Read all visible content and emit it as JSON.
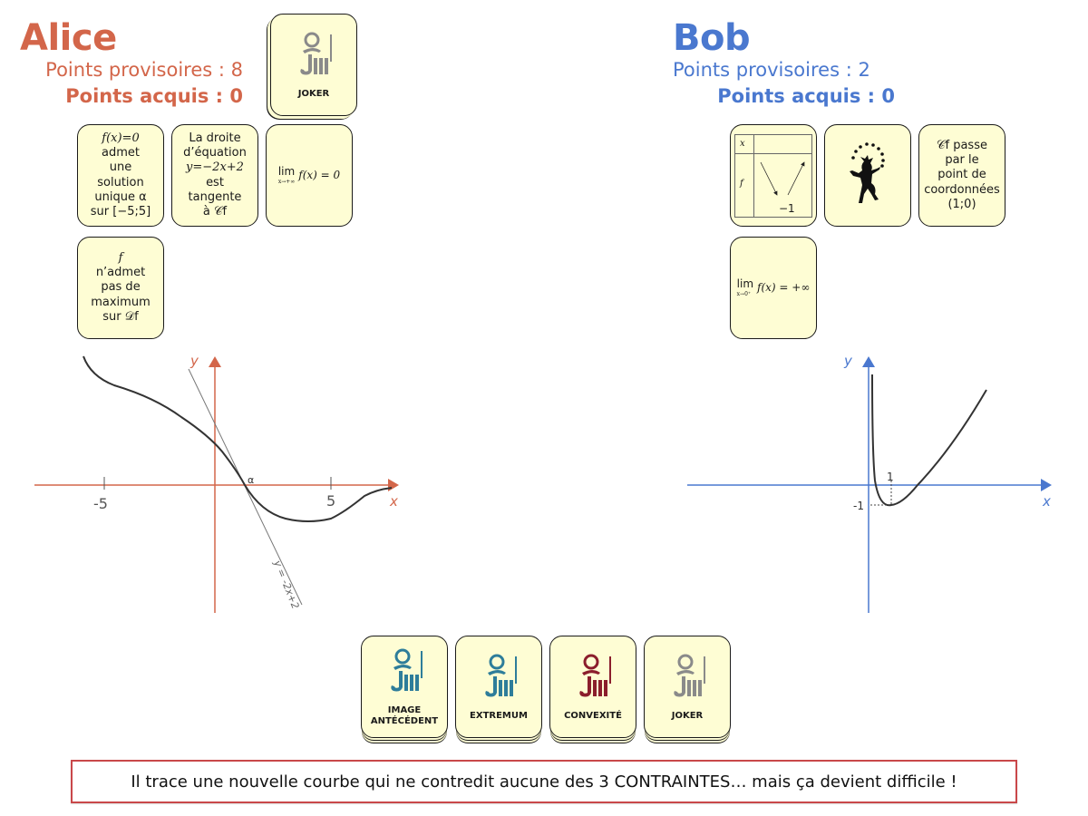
{
  "players": {
    "alice": {
      "name": "Alice",
      "provisional_label": "Points provisoires : 8",
      "acquired_label": "Points acquis : 0",
      "color": "#d3664a",
      "deck_card": "JOKER",
      "cards": [
        {
          "lines": [
            "f(x)=0",
            "admet",
            "une",
            "solution",
            "unique α",
            "sur [−5;5]"
          ]
        },
        {
          "lines": [
            "La droite",
            "d’équation",
            "y=−2x+2",
            "est",
            "tangente",
            "à 𝒞f"
          ]
        },
        {
          "lim_sub": "x→+∞",
          "expr": "f(x) = 0"
        },
        {
          "lines": [
            "f",
            "n’admet",
            "pas de",
            "maximum",
            "sur 𝒟f"
          ]
        }
      ]
    },
    "bob": {
      "name": "Bob",
      "provisional_label": "Points provisoires : 2",
      "acquired_label": "Points acquis : 0",
      "color": "#4a78cf",
      "cards": [
        {
          "type": "variation-table",
          "row_x": "x",
          "row_f": "f",
          "min_value": "−1"
        },
        {
          "type": "jester",
          "icon": "jester-icon"
        },
        {
          "lines": [
            "𝒞f passe",
            "par le",
            "point de",
            "coordonnées",
            "(1;0)"
          ]
        },
        {
          "lim_sub": "x→0⁺",
          "expr": "f(x) = +∞"
        }
      ]
    }
  },
  "charts": {
    "alice": {
      "x_label": "x",
      "y_label": "y",
      "ticks": [
        "-5",
        "5"
      ],
      "root_label": "α",
      "tangent_label": "y = -2x+2"
    },
    "bob": {
      "x_label": "x",
      "y_label": "y",
      "tick_x": "1",
      "tick_y": "-1"
    }
  },
  "chart_data": [
    {
      "type": "line",
      "title": "Alice",
      "xlabel": "x",
      "ylabel": "y",
      "x_ticks": [
        -5,
        5
      ],
      "xlim": [
        -8,
        8
      ],
      "ylim": [
        -5.5,
        4.7
      ],
      "series": [
        {
          "name": "f",
          "x": [
            -6,
            -5.5,
            -4,
            -2,
            0,
            1,
            1.5,
            2.5,
            4,
            5,
            6,
            7.5
          ],
          "y": [
            4.4,
            3.3,
            2.4,
            1.5,
            1.3,
            0,
            -0.8,
            -1.6,
            -1.6,
            -1.3,
            -0.3,
            0
          ]
        },
        {
          "name": "tangent y=-2x+2",
          "x": [
            -1.8,
            7.5
          ],
          "y": [
            5.6,
            -13
          ]
        }
      ],
      "annotations": [
        "α",
        "y = -2x+2"
      ]
    },
    {
      "type": "line",
      "title": "Bob",
      "xlabel": "x",
      "ylabel": "y",
      "xlim": [
        -8,
        8
      ],
      "ylim": [
        -6,
        6
      ],
      "series": [
        {
          "name": "f",
          "x": [
            0.1,
            0.2,
            0.5,
            1,
            2,
            3,
            5
          ],
          "y": [
            5.2,
            2,
            -0.5,
            -1,
            0,
            1.6,
            4.5
          ]
        }
      ],
      "annotations": [
        "1",
        "-1"
      ]
    }
  ],
  "deck": [
    {
      "label_lines": [
        "IMAGE",
        "ANTÉCÉDENT"
      ],
      "color": "#2e7d9a"
    },
    {
      "label_lines": [
        "EXTREMUM"
      ],
      "color": "#2e7d9a"
    },
    {
      "label_lines": [
        "CONVEXITÉ"
      ],
      "color": "#8b1e2c"
    },
    {
      "label_lines": [
        "JOKER"
      ],
      "color": "#8a8a8a"
    }
  ],
  "banner": "Il trace une nouvelle courbe qui ne contredit aucune des 3 CONTRAINTES… mais ça devient difficile !"
}
